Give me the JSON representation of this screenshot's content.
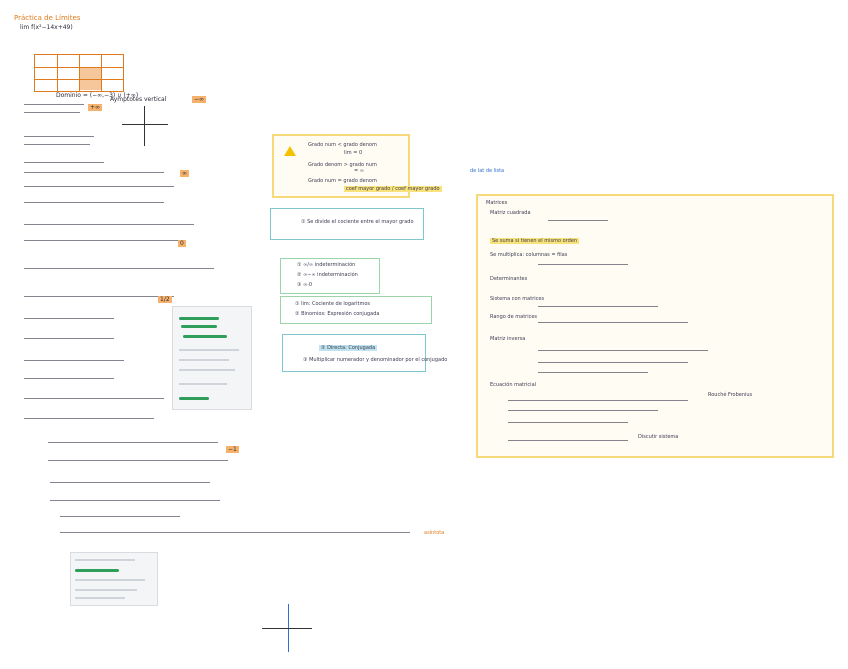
{
  "page": {
    "title": "Práctica de Límites",
    "first_limit": "lim f(x²−14x+49)",
    "domain_note": "Dominio = (−∞,−3) ∪ (+∞)",
    "asymptote_note": "Aymptotes vertical",
    "orange_note_bottom": "asíntota",
    "side_note_blue": "de lat de lista"
  },
  "highlights": {
    "h1": "−∞",
    "h2": "+∞",
    "h3": "∞",
    "h4": "0",
    "h5": "1/2",
    "h6": "−1"
  },
  "theory_box": {
    "line1": "Grado num < grado denom",
    "line2": "Grado denom > grado num",
    "line3": "Grado num = grado denom",
    "result1": "lim = 0",
    "result2": "= ∞",
    "result3": "coef mayor grado / coef mayor grado"
  },
  "teal_notes": {
    "n1": "① Se divide el cociente entre el mayor grado",
    "n2_a": "① ∞/∞ indeterminación",
    "n2_b": "② ∞−∞ indeterminación",
    "n2_c": "③ ∞·0",
    "n3_a": "① lim: Cociente de logaritmos",
    "n3_b": "② Binomios: Expresión conjugada",
    "n4_a": "② Directa: Conjugada",
    "n4_b": "③ Multiplicar numerador y denominador por el conjugado"
  },
  "matrix_box": {
    "title": "Matrices",
    "item1": "Matriz cuadrada",
    "item2": "Se suma si tienen el mismo orden",
    "item3": "Se multiplica: columnas = filas",
    "item4": "Determinantes",
    "item5": "Sistema con matrices",
    "item6": "Rango de matrices",
    "item7": "Matriz inversa",
    "item8": "Ecuación matricial",
    "item9": "Rouché Frobenius",
    "item10": "Discutir sistema"
  }
}
